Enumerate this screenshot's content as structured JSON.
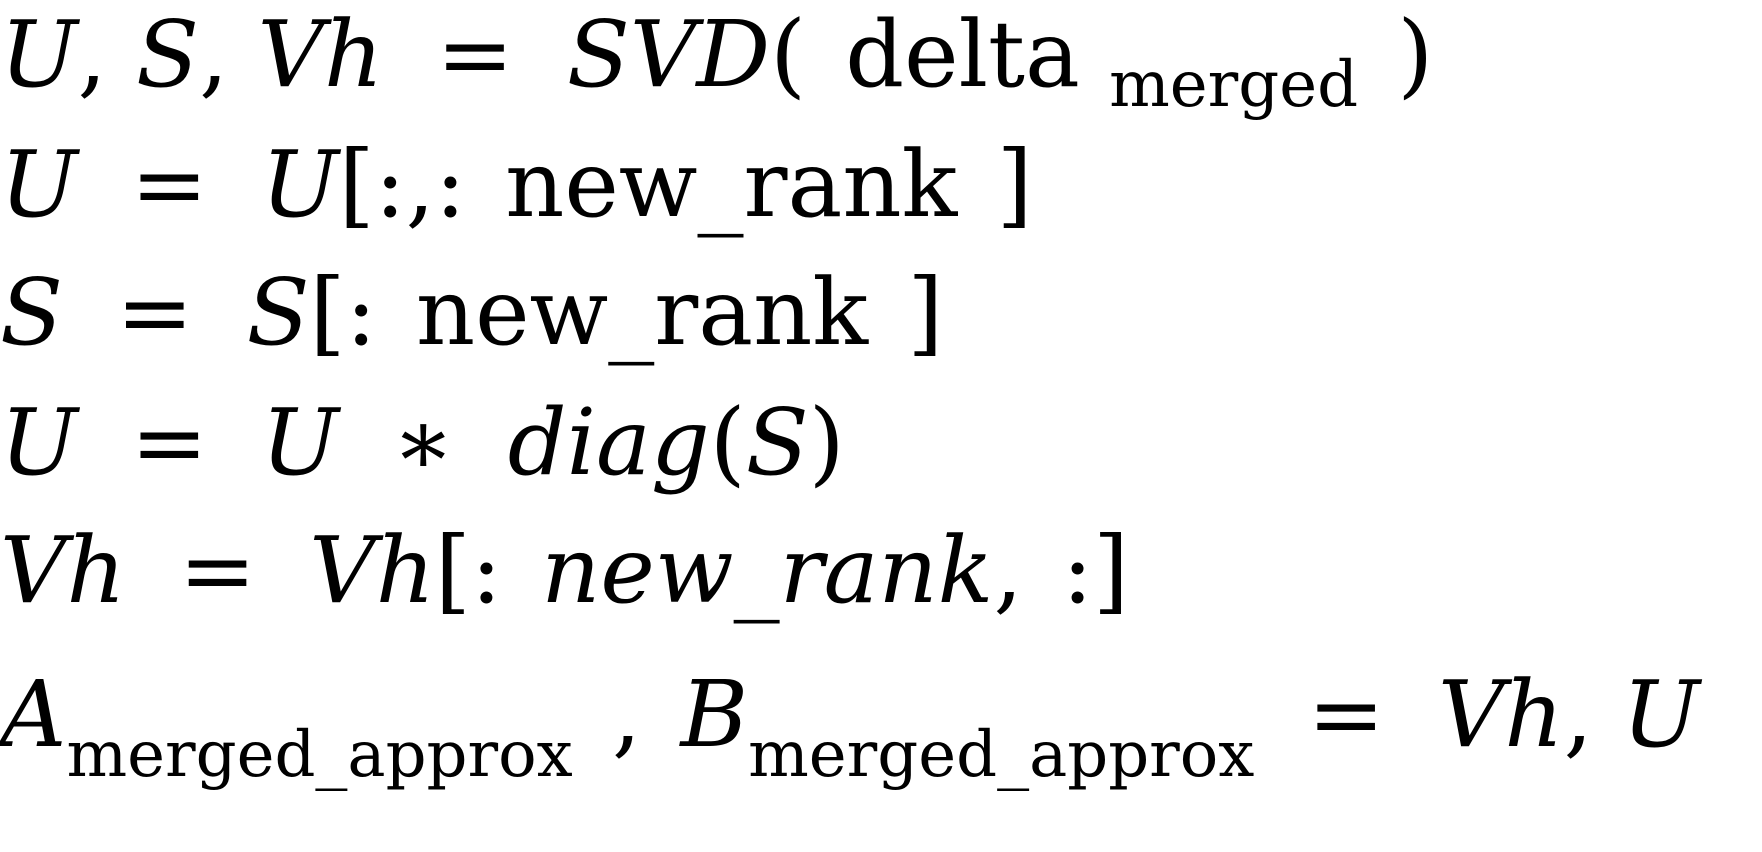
{
  "equations": [
    {
      "U": "U",
      "comma1": ",",
      "S": "S",
      "comma2": ",",
      "Vh": "Vh",
      "equals": "=",
      "SVD": "SVD",
      "lparen": "(",
      "delta": "delta",
      "merged": "merged",
      "rparen": ")"
    },
    {
      "lhs": "U",
      "equals": "=",
      "base": "U",
      "open": "[",
      "slice": ":,:",
      "rank": "new_rank",
      "close": "]"
    },
    {
      "lhs": "S",
      "equals": "=",
      "base": "S",
      "open": "[",
      "slice": ":",
      "rank": "new_rank",
      "close": "]"
    },
    {
      "lhs": "U",
      "equals": "=",
      "base": "U",
      "star": "∗",
      "diag": "diag",
      "lparen": "(",
      "S": "S",
      "rparen": ")"
    },
    {
      "lhs": "Vh",
      "equals": "=",
      "base": "Vh",
      "open": "[",
      "colon1": ":",
      "rank": "new_rank",
      "comma": ",",
      "colon2": ":",
      "close": "]"
    },
    {
      "A": "A",
      "A_sub": "merged_approx",
      "comma1": ",",
      "B": "B",
      "B_sub": "merged_approx",
      "equals": "=",
      "Vh": "Vh",
      "comma2": ",",
      "U": "U"
    }
  ]
}
